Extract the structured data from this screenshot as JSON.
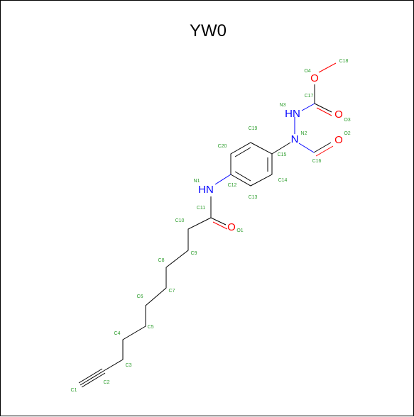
{
  "title": "YW0",
  "colors": {
    "carbon_bond": "#000000",
    "nitrogen": "#0000ff",
    "oxygen": "#ff0000",
    "atom_label": "#2e9e2e"
  },
  "heteroatom_labels": {
    "nh1": "HN",
    "nh3": "HN",
    "n2": "N",
    "o1": "O",
    "o2": "O",
    "o3": "O",
    "o4": "O"
  },
  "atom_labels": {
    "C1": "C1",
    "C2": "C2",
    "C3": "C3",
    "C4": "C4",
    "C5": "C5",
    "C6": "C6",
    "C7": "C7",
    "C8": "C8",
    "C9": "C9",
    "C10": "C10",
    "C11": "C11",
    "C12": "C12",
    "C13": "C13",
    "C14": "C14",
    "C15": "C15",
    "C16": "C16",
    "C17": "C17",
    "C18": "C18",
    "C19": "C19",
    "C20": "C20",
    "N1": "N1",
    "N2": "N2",
    "N3": "N3",
    "O1": "O1",
    "O2": "O2",
    "O3": "O3",
    "O4": "O4"
  }
}
